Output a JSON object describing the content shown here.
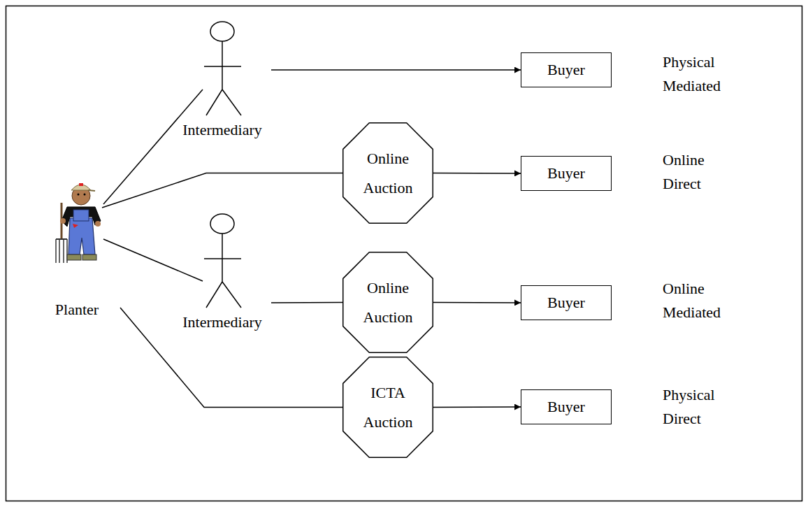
{
  "diagram": {
    "nodes": [
      {
        "text": [
          "Planter"
        ]
      },
      {
        "text": [
          "Intermediary"
        ]
      },
      {
        "text": [
          "Buyer"
        ]
      },
      {
        "text": [
          "Online Auction"
        ]
      },
      {
        "text": [
          "Buyer"
        ]
      },
      {
        "text": [
          "Intermediary"
        ]
      },
      {
        "text": [
          "Online Auction"
        ]
      },
      {
        "text": [
          "Buyer"
        ]
      },
      {
        "text": [
          "ICTA Auction"
        ]
      },
      {
        "text": [
          "Buyer"
        ]
      }
    ],
    "edges": [
      {
        "from": 0,
        "to": 1,
        "arrow": "none"
      },
      {
        "from": 1,
        "to": 2,
        "arrow": "to"
      },
      {
        "from": 0,
        "to": 3,
        "arrow": "none"
      },
      {
        "from": 3,
        "to": 4,
        "arrow": "to"
      },
      {
        "from": 0,
        "to": 5,
        "arrow": "none"
      },
      {
        "from": 5,
        "to": 6,
        "arrow": "none"
      },
      {
        "from": 6,
        "to": 7,
        "arrow": "to"
      },
      {
        "from": 0,
        "to": 8,
        "arrow": "none"
      },
      {
        "from": 8,
        "to": 9,
        "arrow": "to"
      }
    ],
    "labels": [
      "Physical Mediated",
      "Online Direct",
      "Online Mediated",
      "Physical Direct"
    ]
  }
}
